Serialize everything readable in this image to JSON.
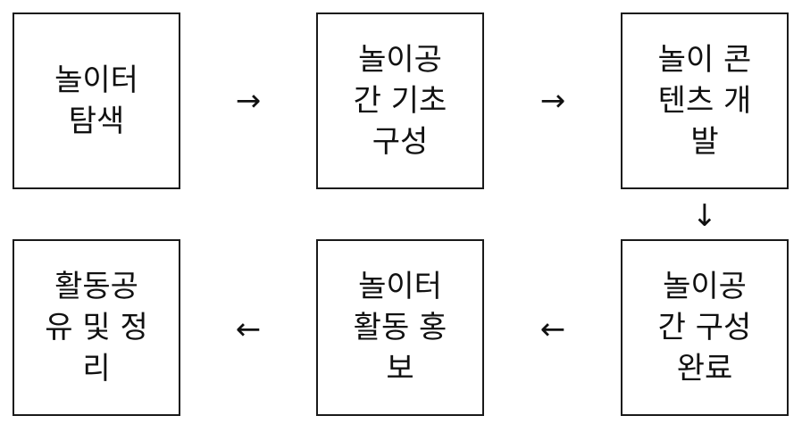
{
  "steps": [
    {
      "label": "놀이터\n탐색"
    },
    {
      "label": "놀이공\n간 기초\n구성"
    },
    {
      "label": "놀이 콘\n텐츠 개\n발"
    },
    {
      "label": "놀이공\n간 구성\n완료"
    },
    {
      "label": "놀이터\n활동 홍\n보"
    },
    {
      "label": "활동공\n유 및 정\n리"
    }
  ],
  "arrows": {
    "right": "→",
    "down": "↓",
    "left": "←"
  }
}
